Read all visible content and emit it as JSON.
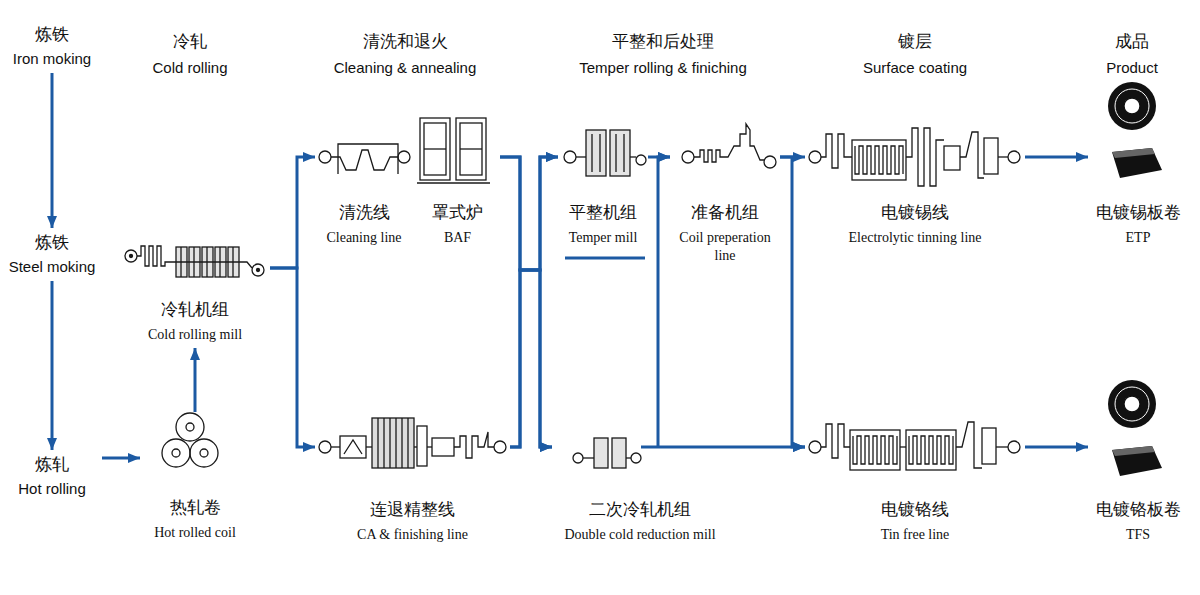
{
  "diagram": {
    "nodes": [
      {
        "text": [
          "炼铁",
          "Iron moking"
        ]
      },
      {
        "text": [
          "炼铁",
          "Steel moking"
        ]
      },
      {
        "text": [
          "炼轧",
          "Hot rolling"
        ]
      },
      {
        "text": [
          "冷轧机组",
          "Cold rolling mill"
        ]
      },
      {
        "text": [
          "热轧卷",
          "Hot rolled coil"
        ]
      },
      {
        "text": [
          "清洗线",
          "Cleaning line"
        ]
      },
      {
        "text": [
          "罩式炉",
          "BAF"
        ]
      },
      {
        "text": [
          "连退精整线",
          "CA & finishing line"
        ]
      },
      {
        "text": [
          "平整机组",
          "Temper mill"
        ]
      },
      {
        "text": [
          "准备机组",
          "Coil preperation line"
        ]
      },
      {
        "text": [
          "二次冷轧机组",
          "Double cold reduction mill"
        ]
      },
      {
        "text": [
          "电镀锡线",
          "Electrolytic tinning line"
        ]
      },
      {
        "text": [
          "电镀铬线",
          "Tin free line"
        ]
      },
      {
        "text": [
          "电镀锡板卷",
          "ETP"
        ]
      },
      {
        "text": [
          "电镀铬板卷",
          "TFS"
        ]
      }
    ],
    "edges": [
      {
        "from": 0,
        "to": 1,
        "arrow": "to"
      },
      {
        "from": 1,
        "to": 2,
        "arrow": "to"
      },
      {
        "from": 2,
        "to": 4,
        "arrow": "to"
      },
      {
        "from": 4,
        "to": 3,
        "arrow": "to"
      },
      {
        "from": 3,
        "to": 5,
        "arrow": "to"
      },
      {
        "from": 3,
        "to": 7,
        "arrow": "to"
      },
      {
        "from": 6,
        "to": 8,
        "arrow": "to"
      },
      {
        "from": 6,
        "to": 10,
        "arrow": "to"
      },
      {
        "from": 7,
        "to": 8,
        "arrow": "to"
      },
      {
        "from": 7,
        "to": 10,
        "arrow": "to"
      },
      {
        "from": 8,
        "to": 9,
        "arrow": "to"
      },
      {
        "from": 10,
        "to": 9,
        "arrow": "to"
      },
      {
        "from": 10,
        "to": 12,
        "arrow": "to"
      },
      {
        "from": 9,
        "to": 11,
        "arrow": "to"
      },
      {
        "from": 9,
        "to": 12,
        "arrow": "to"
      },
      {
        "from": 11,
        "to": 13,
        "arrow": "to"
      },
      {
        "from": 12,
        "to": 14,
        "arrow": "to"
      }
    ],
    "labels": [
      "冷轧",
      "Cold rolling",
      "清洗和退火",
      "Cleaning & annealing",
      "平整和后处理",
      "Temper rolling & finiching",
      "镀层",
      "Surface coating",
      "成品",
      "Product"
    ]
  }
}
